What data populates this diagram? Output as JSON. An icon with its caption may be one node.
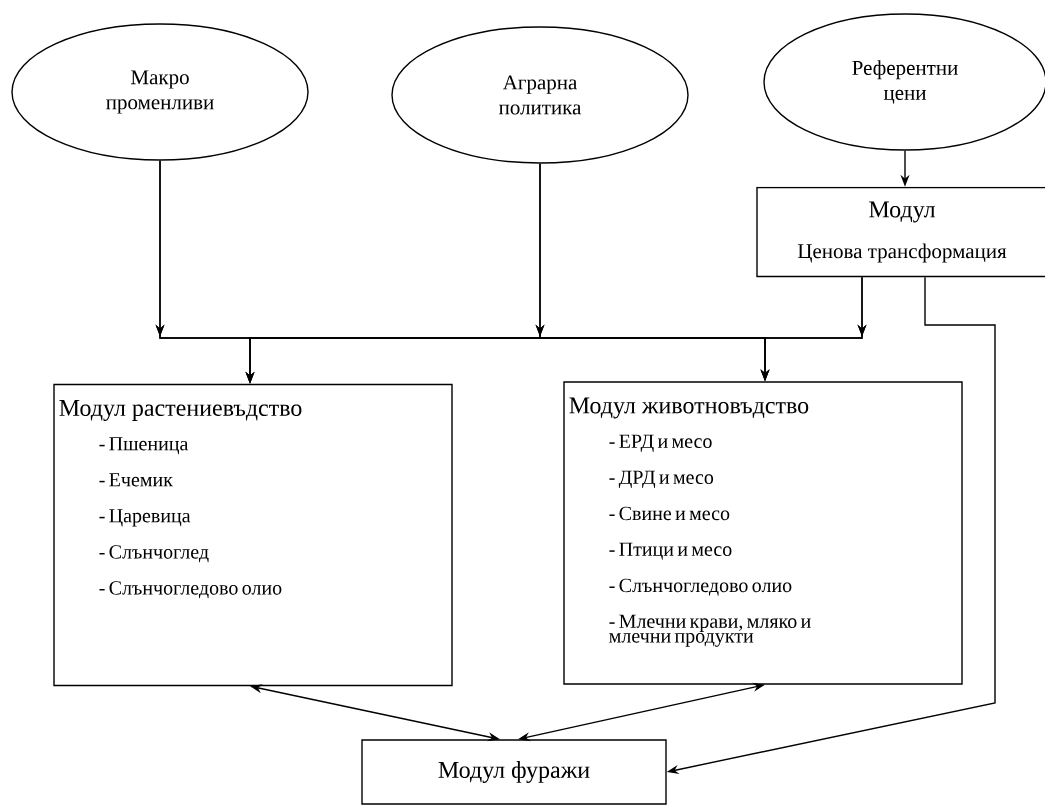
{
  "diagram": {
    "nodes": [
      {
        "text": [
          "Макро променливи"
        ]
      },
      {
        "text": [
          "Аграрна политика"
        ]
      },
      {
        "text": [
          "Референтни цени"
        ]
      },
      {
        "text": [
          "Модул",
          "Ценова трансформация"
        ]
      },
      {
        "text": [
          "Модул растениевъдство",
          "- Пшеница",
          "- Ечемик",
          "- Царевица",
          "- Слънчоглед",
          "- Слънчогледово олио"
        ]
      },
      {
        "text": [
          "Модул животновъдство",
          "- ЕРД и месо",
          "- ДРД и месо",
          "- Свине и месо",
          "- Птици и месо",
          "- Слънчогледово олио",
          "- Млечни крави, мляко и млечни продукти"
        ]
      },
      {
        "text": [
          "Модул фуражи"
        ]
      }
    ],
    "edges": [
      {
        "from": 0,
        "to": 4,
        "arrow": "to"
      },
      {
        "from": 0,
        "to": 5,
        "arrow": "to"
      },
      {
        "from": 1,
        "to": 4,
        "arrow": "to"
      },
      {
        "from": 1,
        "to": 5,
        "arrow": "to"
      },
      {
        "from": 2,
        "to": 3,
        "arrow": "to"
      },
      {
        "from": 3,
        "to": 4,
        "arrow": "to"
      },
      {
        "from": 3,
        "to": 5,
        "arrow": "to"
      },
      {
        "from": 3,
        "to": 6,
        "arrow": "to"
      },
      {
        "from": 4,
        "to": 6,
        "arrow": "both"
      },
      {
        "from": 5,
        "to": 6,
        "arrow": "both"
      }
    ]
  }
}
